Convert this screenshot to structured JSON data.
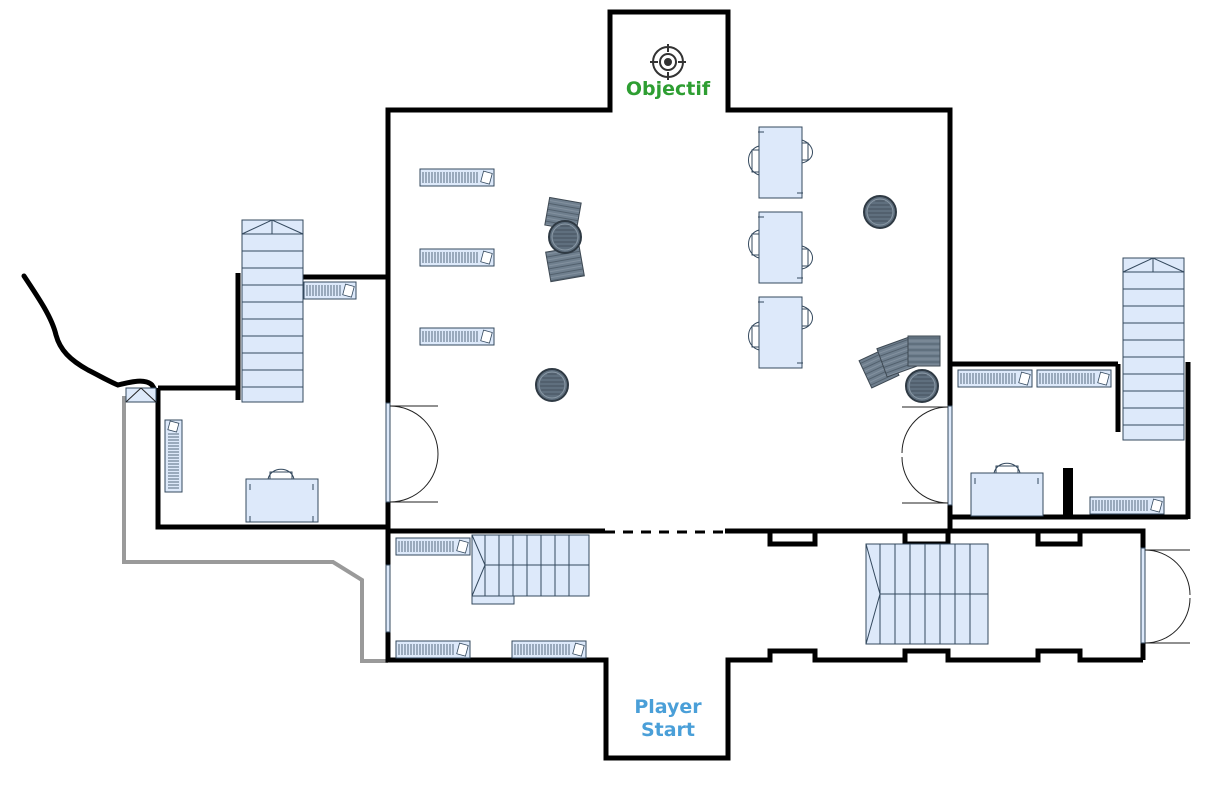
{
  "map": {
    "objective": {
      "label": "Objectif",
      "color": "#2e9e32",
      "icon": "crosshair-target-icon"
    },
    "player_start": {
      "line1": "Player",
      "line2": "Start",
      "color": "#4a9fd8"
    }
  },
  "colors": {
    "wall": "#000000",
    "furniture_fill": "#dde9fa",
    "furniture_stroke": "#34495e",
    "barrel": "#5f6f7e",
    "crate": "#6f7f8e",
    "path_dark": "#000000",
    "path_gray": "#9a9a9a"
  }
}
